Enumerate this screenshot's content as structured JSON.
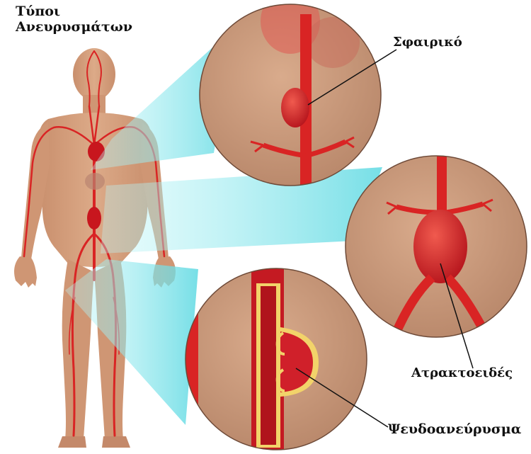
{
  "title": {
    "line1": "Τύποι",
    "line2": "Ανευρυσμάτων"
  },
  "labels": {
    "spherical": "Σφαιρικό",
    "fusiform": "Ατρακτοειδές",
    "pseudo": "Ψευδοανεύρυσμα"
  },
  "colors": {
    "skin": "#d6a27f",
    "skin_dark": "#b87e5e",
    "artery": "#d92424",
    "artery_dark": "#a0141a",
    "beam": "#8fe8ee",
    "circle_bg": "#c4967a",
    "wall_yellow": "#f2d36a"
  }
}
